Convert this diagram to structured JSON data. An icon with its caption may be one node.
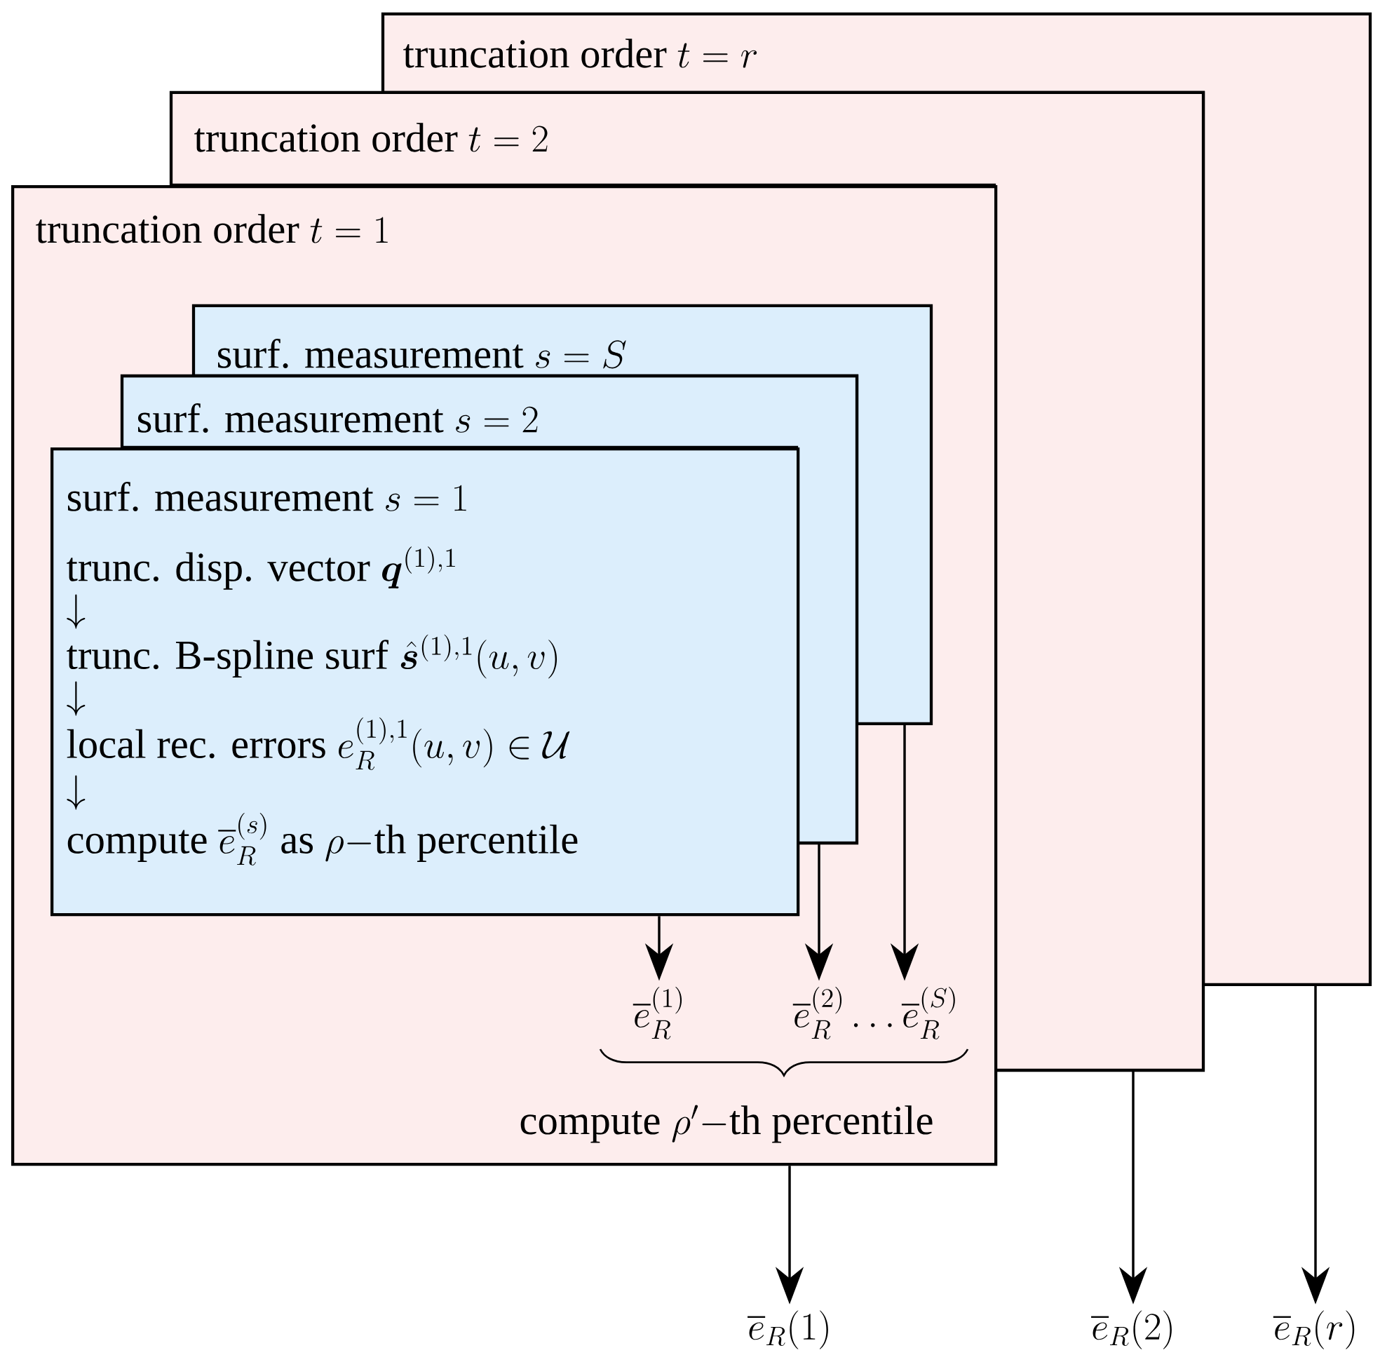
{
  "diagram": {
    "nodes": [
      {
        "text": [
          "\\text{truncation order } t=r"
        ]
      },
      {
        "text": [
          "\\text{truncation order } t=2"
        ]
      },
      {
        "text": [
          "\\text{truncation order } t=1",
          "\\text{compute } \\rho'{-}\\text{th percentile}"
        ]
      },
      {
        "text": [
          "\\text{surf. measurement } s=S"
        ],
        "in": 2
      },
      {
        "text": [
          "\\text{surf. measurement } s=2"
        ],
        "in": 2
      },
      {
        "text": [
          "\\text{surf. measurement } s=1",
          "\\text{trunc. disp. vector } \\boldsymbol{q}^{(1),1}",
          "\\downarrow",
          "\\text{trunc. B-spline surf } \\hat{\\boldsymbol{s}}^{(1),1}(u,v)",
          "\\downarrow",
          "\\text{local rec. errors } e_R^{(1),1}(u,v)\\in\\mathcal{U}",
          "\\downarrow",
          "\\text{compute } \\overline{e}_R^{(s)} \\text{ as } \\rho{-}\\text{th percentile}"
        ],
        "in": 2
      },
      {
        "text": [
          "\\overline{e}_R^{(1)}"
        ],
        "in": 2
      },
      {
        "text": [
          "\\overline{e}_R^{(2)}"
        ],
        "in": 2
      },
      {
        "text": [
          "\\ldots\\overline{e}_R^{(S)}"
        ],
        "in": 2
      },
      {
        "text": [
          "\\overline{e}_R(1)"
        ]
      },
      {
        "text": [
          "\\overline{e}_R(2)"
        ]
      },
      {
        "text": [
          "\\overline{e}_R(r)"
        ]
      }
    ],
    "edges": [
      {
        "from": 5,
        "to": 6,
        "arrow": "to"
      },
      {
        "from": 4,
        "to": 7,
        "arrow": "to"
      },
      {
        "from": 3,
        "to": 8,
        "arrow": "to"
      },
      {
        "from": 2,
        "to": 9,
        "arrow": "to"
      },
      {
        "from": 1,
        "to": 10,
        "arrow": "to"
      },
      {
        "from": 0,
        "to": 11,
        "arrow": "to"
      }
    ]
  }
}
